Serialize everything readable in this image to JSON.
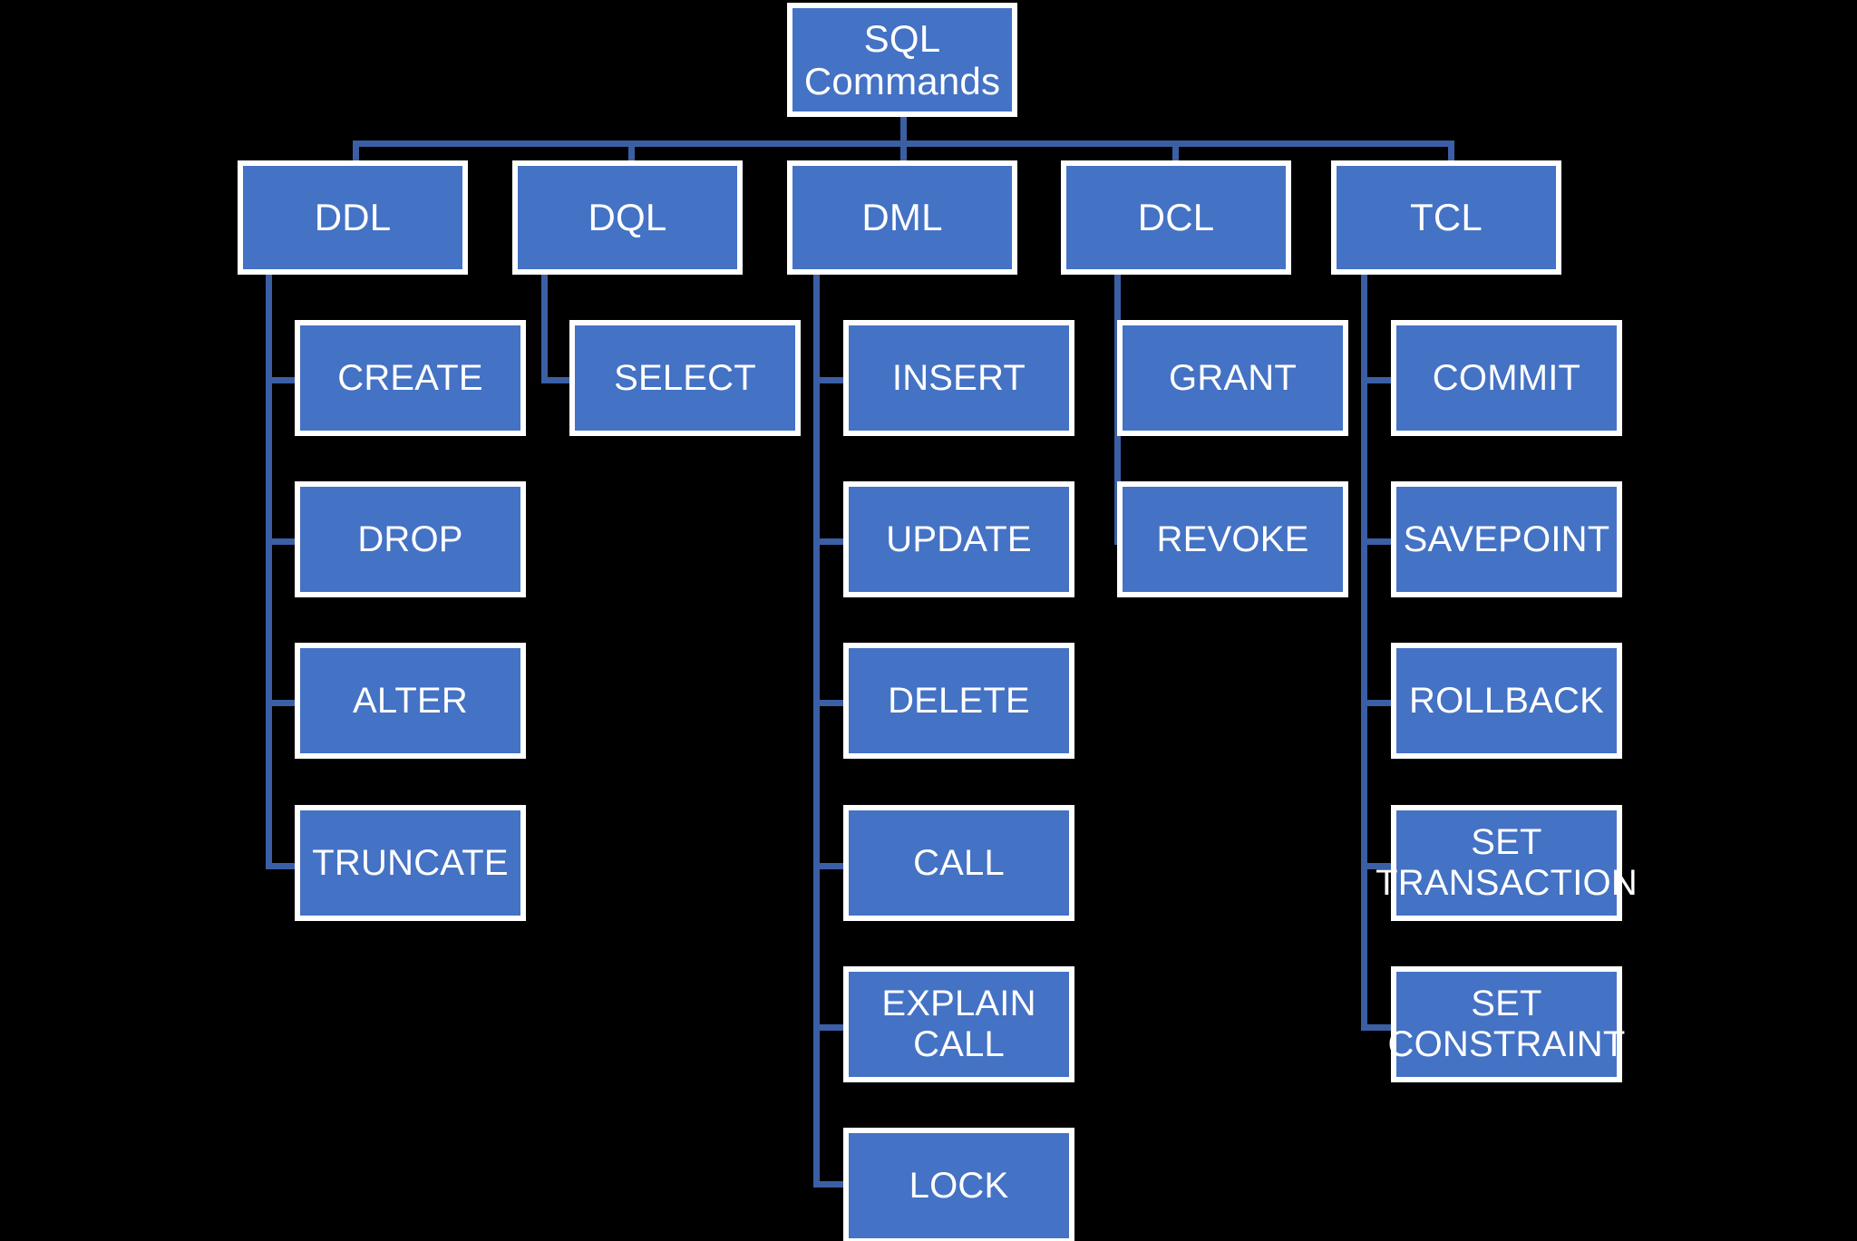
{
  "diagram": {
    "title": "SQL Commands",
    "type": "hierarchy-tree",
    "colors": {
      "background": "#000000",
      "node_fill": "#4472C4",
      "node_border": "#FFFFFF",
      "connector": "#3B5FA5",
      "node_text": "#FFFFFF"
    },
    "root": {
      "label": "SQL\nCommands"
    },
    "categories": [
      {
        "id": "ddl",
        "label": "DDL"
      },
      {
        "id": "dql",
        "label": "DQL"
      },
      {
        "id": "dml",
        "label": "DML"
      },
      {
        "id": "dcl",
        "label": "DCL"
      },
      {
        "id": "tcl",
        "label": "TCL"
      }
    ],
    "children": {
      "ddl": [
        {
          "label": "CREATE"
        },
        {
          "label": "DROP"
        },
        {
          "label": "ALTER"
        },
        {
          "label": "TRUNCATE"
        }
      ],
      "dql": [
        {
          "label": "SELECT"
        }
      ],
      "dml": [
        {
          "label": "INSERT"
        },
        {
          "label": "UPDATE"
        },
        {
          "label": "DELETE"
        },
        {
          "label": "CALL"
        },
        {
          "label": "EXPLAIN CALL"
        },
        {
          "label": "LOCK"
        }
      ],
      "dcl": [
        {
          "label": "GRANT"
        },
        {
          "label": "REVOKE"
        }
      ],
      "tcl": [
        {
          "label": "COMMIT"
        },
        {
          "label": "SAVEPOINT"
        },
        {
          "label": "ROLLBACK"
        },
        {
          "label": "SET\nTRANSACTION"
        },
        {
          "label": "SET\nCONSTRAINT"
        }
      ]
    }
  }
}
